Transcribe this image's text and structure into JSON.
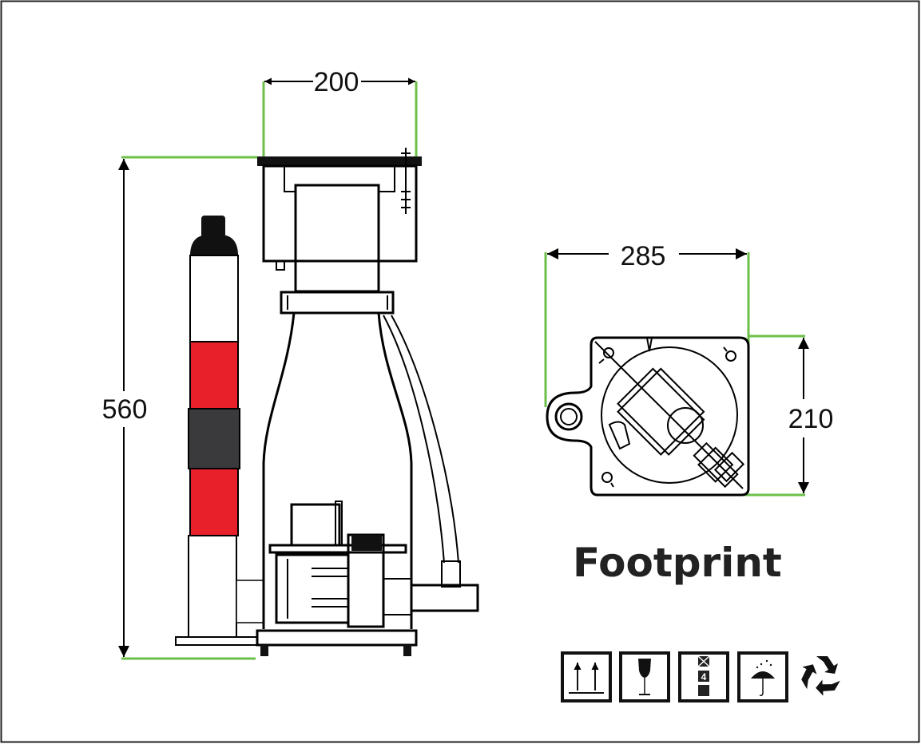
{
  "dimensions": {
    "width_top": "200",
    "height": "560",
    "footprint_width": "285",
    "footprint_depth": "210"
  },
  "footprint_label": "Footprint",
  "colors": {
    "dimension_line": "#6cc04a",
    "reactor_red": "#e8202a",
    "reactor_band": "#3a3a3c"
  },
  "packaging_icons": [
    {
      "icon": "this-way-up-icon"
    },
    {
      "icon": "fragile-icon"
    },
    {
      "icon": "stack-limit-icon",
      "text": "4"
    },
    {
      "icon": "keep-dry-icon"
    },
    {
      "icon": "recycle-icon"
    }
  ]
}
